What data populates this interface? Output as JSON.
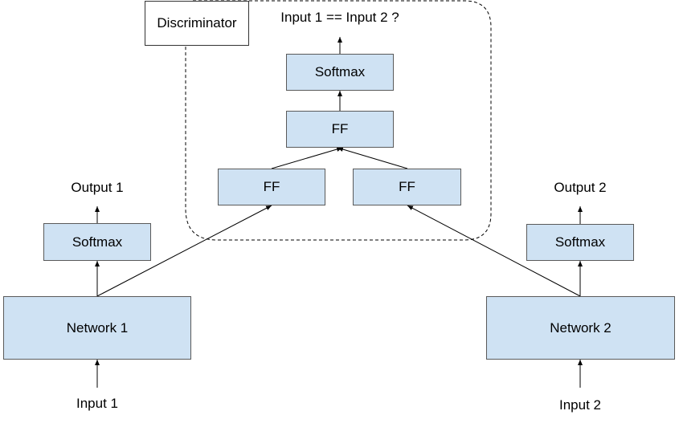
{
  "discriminator_label": "Discriminator",
  "question_label": "Input 1 == Input 2 ?",
  "discriminator_softmax_label": "Softmax",
  "discriminator_top_ff_label": "FF",
  "discriminator_left_ff_label": "FF",
  "discriminator_right_ff_label": "FF",
  "left": {
    "input_label": "Input 1",
    "network_label": "Network 1",
    "softmax_label": "Softmax",
    "output_label": "Output 1"
  },
  "right": {
    "input_label": "Input 2",
    "network_label": "Network 2",
    "softmax_label": "Softmax",
    "output_label": "Output 2"
  },
  "colors": {
    "box_fill": "#cfe2f3",
    "box_border": "#5a5a5a",
    "line": "#000000"
  }
}
